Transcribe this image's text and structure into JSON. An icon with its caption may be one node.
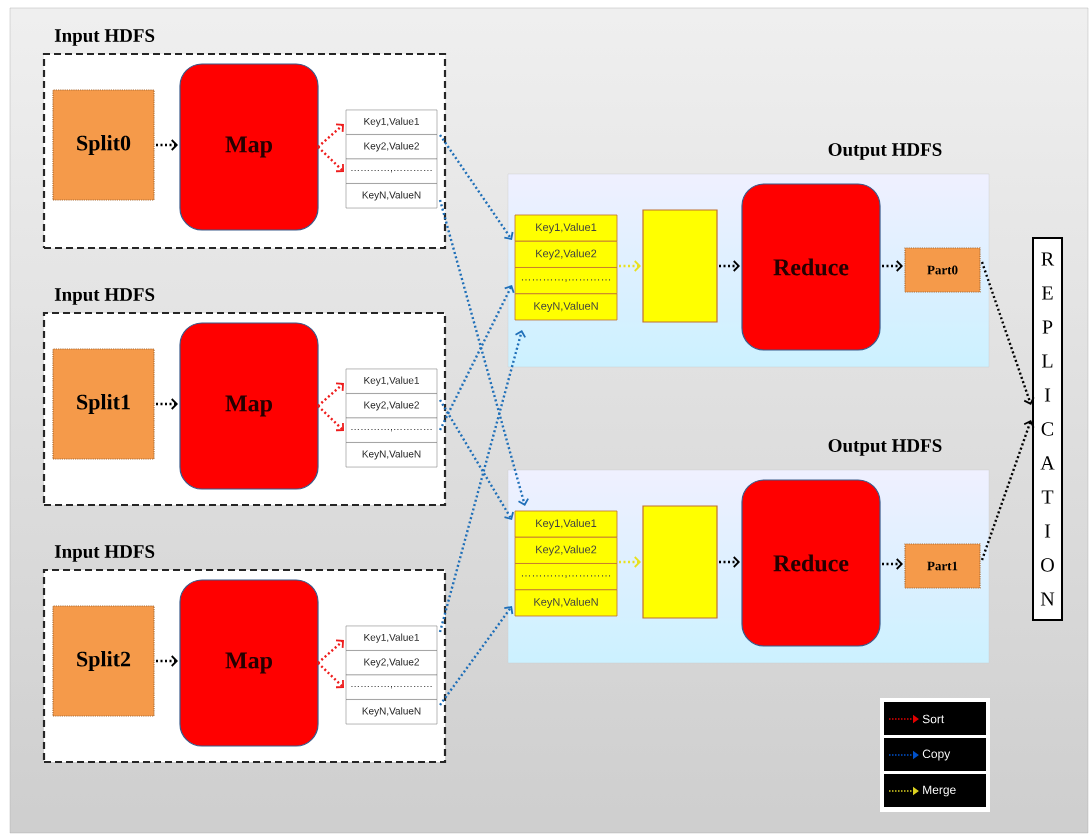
{
  "diagram": {
    "nodes": [
      {
        "text": [
          "Input HDFS"
        ]
      },
      {
        "text": [
          "Split0"
        ],
        "in": 0
      },
      {
        "text": [
          "Map"
        ],
        "in": 0
      },
      {
        "text": [
          "Key1,Value1",
          "Key2,Value2",
          "…………,…………",
          "KeyN,ValueN"
        ],
        "in": 0
      },
      {
        "text": [
          "Input HDFS"
        ]
      },
      {
        "text": [
          "Split1"
        ],
        "in": 4
      },
      {
        "text": [
          "Map"
        ],
        "in": 4
      },
      {
        "text": [
          "Key1,Value1",
          "Key2,Value2",
          "…………,…………",
          "KeyN,ValueN"
        ],
        "in": 4
      },
      {
        "text": [
          "Input HDFS"
        ]
      },
      {
        "text": [
          "Split2"
        ],
        "in": 8
      },
      {
        "text": [
          "Map"
        ],
        "in": 8
      },
      {
        "text": [
          "Key1,Value1",
          "Key2,Value2",
          "…………,…………",
          "KeyN,ValueN"
        ],
        "in": 8
      },
      {
        "text": [
          "Output HDFS"
        ]
      },
      {
        "text": [
          "Key1,Value1",
          "Key2,Value2",
          "…………,…………",
          "KeyN,ValueN"
        ],
        "in": 12
      },
      {
        "text": [],
        "shape": "box",
        "in": 12
      },
      {
        "text": [
          "Reduce"
        ],
        "in": 12
      },
      {
        "text": [
          "Part0"
        ],
        "in": 12
      },
      {
        "text": [
          "Output HDFS"
        ]
      },
      {
        "text": [
          "Key1,Value1",
          "Key2,Value2",
          "…………,…………",
          "KeyN,ValueN"
        ],
        "in": 17
      },
      {
        "text": [],
        "shape": "box",
        "in": 17
      },
      {
        "text": [
          "Reduce"
        ],
        "in": 17
      },
      {
        "text": [
          "Part1"
        ],
        "in": 17
      },
      {
        "text": [
          "REPLICATION"
        ]
      }
    ],
    "edges": [
      {
        "from": 1,
        "to": 2,
        "arrow": "to"
      },
      {
        "from": 2,
        "to": 3,
        "arrow": "to",
        "color": "#ee1c1c"
      },
      {
        "from": 2,
        "to": 3,
        "arrow": "to",
        "color": "#ee1c1c"
      },
      {
        "from": 5,
        "to": 6,
        "arrow": "to"
      },
      {
        "from": 6,
        "to": 7,
        "arrow": "to",
        "color": "#ee1c1c"
      },
      {
        "from": 6,
        "to": 7,
        "arrow": "to",
        "color": "#ee1c1c"
      },
      {
        "from": 9,
        "to": 10,
        "arrow": "to"
      },
      {
        "from": 10,
        "to": 11,
        "arrow": "to",
        "color": "#ee1c1c"
      },
      {
        "from": 10,
        "to": 11,
        "arrow": "to",
        "color": "#ee1c1c"
      },
      {
        "from": 3,
        "to": 13,
        "arrow": "to",
        "color": "#1f6fb8"
      },
      {
        "from": 3,
        "to": 18,
        "arrow": "to",
        "color": "#1f6fb8"
      },
      {
        "from": 7,
        "to": 18,
        "arrow": "to",
        "color": "#1f6fb8"
      },
      {
        "from": 7,
        "to": 13,
        "arrow": "to",
        "color": "#1f6fb8"
      },
      {
        "from": 11,
        "to": 13,
        "arrow": "to",
        "color": "#1f6fb8"
      },
      {
        "from": 11,
        "to": 18,
        "arrow": "to",
        "color": "#1f6fb8"
      },
      {
        "from": 13,
        "to": 14,
        "arrow": "to",
        "color": "#e8e020"
      },
      {
        "from": 18,
        "to": 19,
        "arrow": "to",
        "color": "#e8e020"
      },
      {
        "from": 14,
        "to": 15,
        "arrow": "to"
      },
      {
        "from": 15,
        "to": 16,
        "arrow": "to"
      },
      {
        "from": 19,
        "to": 20,
        "arrow": "to"
      },
      {
        "from": 20,
        "to": 21,
        "arrow": "to"
      },
      {
        "from": 16,
        "to": 22,
        "arrow": "to"
      },
      {
        "from": 21,
        "to": 22,
        "arrow": "to"
      }
    ],
    "legend": [
      {
        "text": "Sort"
      },
      {
        "text": "Copy"
      },
      {
        "text": "Merge"
      }
    ]
  }
}
